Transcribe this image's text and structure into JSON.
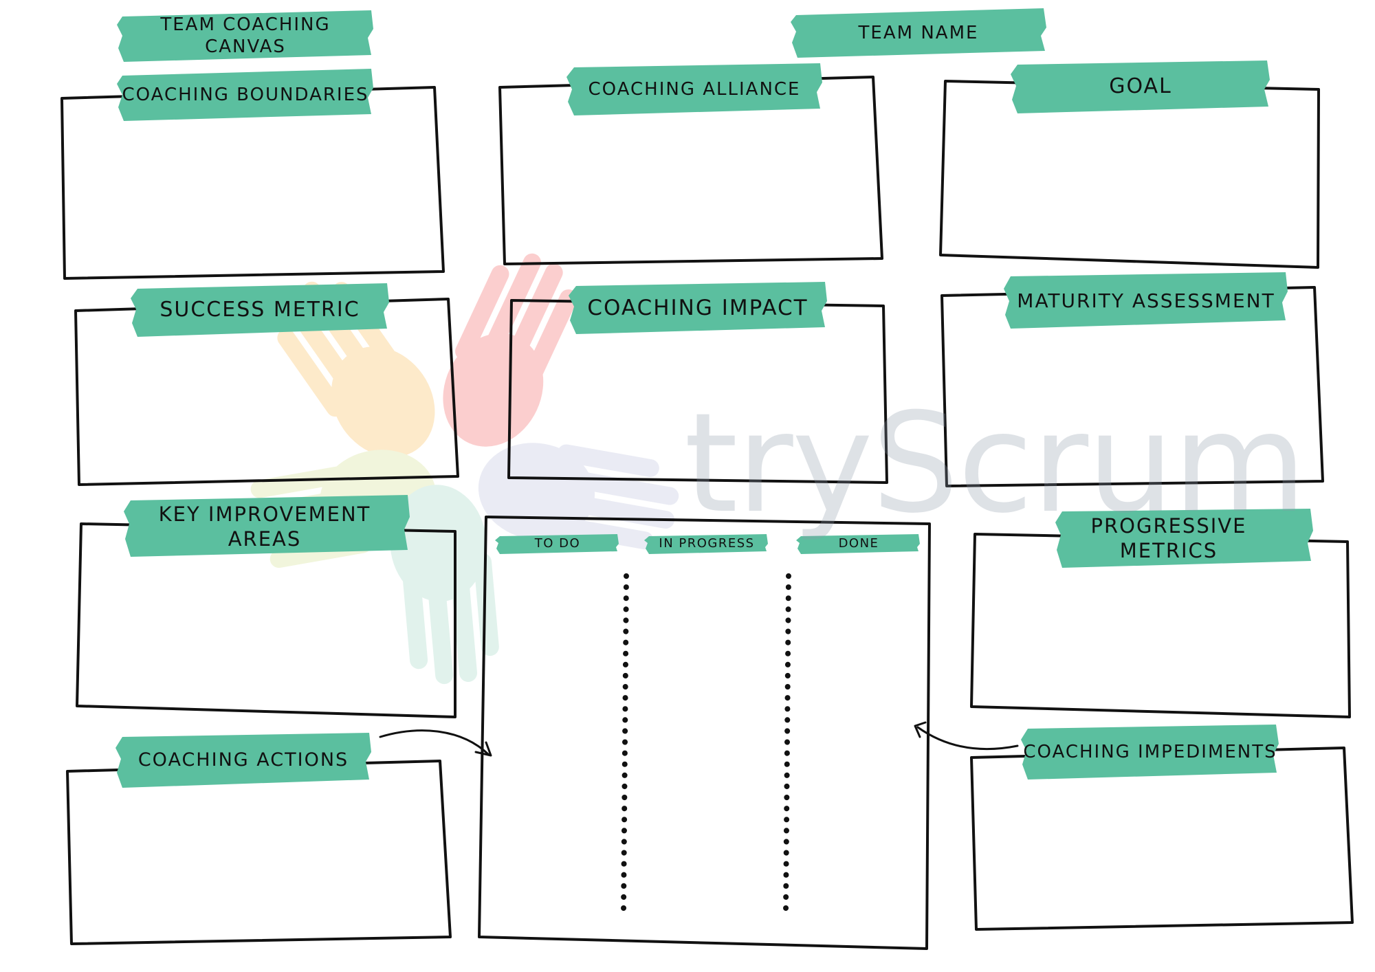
{
  "colors": {
    "banner": "#5bbf9f",
    "banner_dark": "#4aa886",
    "outline": "#111111",
    "watermark": "#8d98a8",
    "hand_colors": [
      "#f9a7a7",
      "#fcd9a0",
      "#e6eec0",
      "#c9e8de",
      "#d9dcec"
    ]
  },
  "canvas_title": "TEAM COACHING CANVAS",
  "team_name": "TEAM NAME",
  "watermark": "tryScrum",
  "sections": {
    "coaching_boundaries": "COACHING BOUNDARIES",
    "coaching_alliance": "COACHING ALLIANCE",
    "goal": "GOAL",
    "success_metric": "SUCCESS METRIC",
    "coaching_impact": "COACHING IMPACT",
    "maturity_assessment": "MATURITY ASSESSMENT",
    "key_improvement_areas": "KEY IMPROVEMENT AREAS",
    "progressive_metrics": "PROGRESSIVE METRICS",
    "coaching_actions": "COACHING ACTIONS",
    "coaching_impediments": "COACHING IMPEDIMENTS"
  },
  "board": {
    "columns": [
      "TO DO",
      "IN PROGRESS",
      "DONE"
    ]
  }
}
